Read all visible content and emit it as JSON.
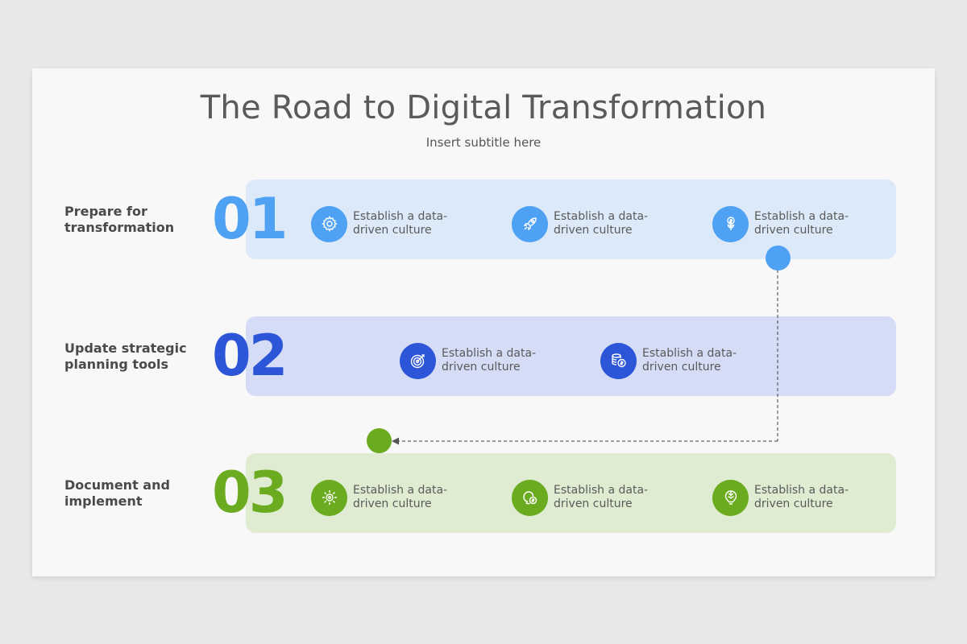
{
  "title": "The Road to Digital Transformation",
  "subtitle": "Insert subtitle here",
  "colors": {
    "row1_band": "#dce9f9",
    "row1_accent": "#4ea1f3",
    "row2_band": "#d5dcf5",
    "row2_accent": "#2c55d8",
    "row3_band": "#e0ecd2",
    "row3_accent": "#6aab1f"
  },
  "rows": [
    {
      "label": "Prepare for transformation",
      "number": "01",
      "items": [
        {
          "icon": "gear-icon",
          "text": "Establish a data-driven culture"
        },
        {
          "icon": "rocket-icon",
          "text": "Establish a data-driven culture"
        },
        {
          "icon": "money-plant-icon",
          "text": "Establish a data-driven culture"
        }
      ]
    },
    {
      "label": "Update strategic planning tools",
      "number": "02",
      "items": [
        {
          "icon": "target-icon",
          "text": "Establish a data-driven culture"
        },
        {
          "icon": "coins-icon",
          "text": "Establish a data-driven culture"
        }
      ]
    },
    {
      "label": "Document and implement",
      "number": "03",
      "items": [
        {
          "icon": "sun-gear-icon",
          "text": "Establish a data-driven culture"
        },
        {
          "icon": "bulb-dollar-icon",
          "text": "Establish a data-driven culture"
        },
        {
          "icon": "brain-idea-icon",
          "text": "Establish a data-driven culture"
        }
      ]
    }
  ]
}
